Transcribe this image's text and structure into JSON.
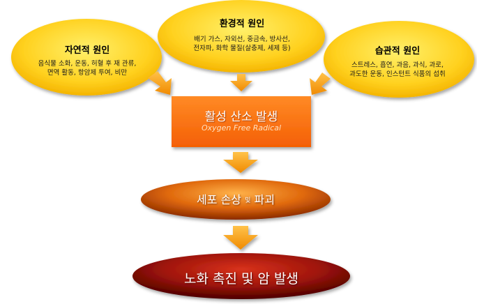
{
  "causes": {
    "natural": {
      "title": "자연적 원인",
      "lines": [
        "음식물 소화, 운동, 허혈 후 재 관류,",
        "면역 활동, 항암제 투여, 비만"
      ]
    },
    "environmental": {
      "title": "환경적 원인",
      "lines": [
        "배기 가스, 자외선, 중금속, 방사선,",
        "전자파, 화학 물질(살충제, 세제 등)"
      ]
    },
    "habitual": {
      "title": "습관적 원인",
      "lines": [
        "스트레스, 흡연, 과음, 과식, 과로,",
        "과도한 운동, 인스턴트 식품의 섭취"
      ]
    }
  },
  "oxygen_box": {
    "title": "활성 산소 발생",
    "subtitle": "Oxygen Free Radical"
  },
  "cell_damage": {
    "part1": "세포 손상",
    "small": "및",
    "part2": "파괴"
  },
  "final": {
    "title": "노화 촉진 및 암 발생"
  },
  "colors": {
    "ellipse_fill": "#ffd11f",
    "arrow": "#f7a21a",
    "box": "#ff7a10",
    "cell_ellipse": "#d9620a",
    "final_ellipse": "#9b1208"
  }
}
